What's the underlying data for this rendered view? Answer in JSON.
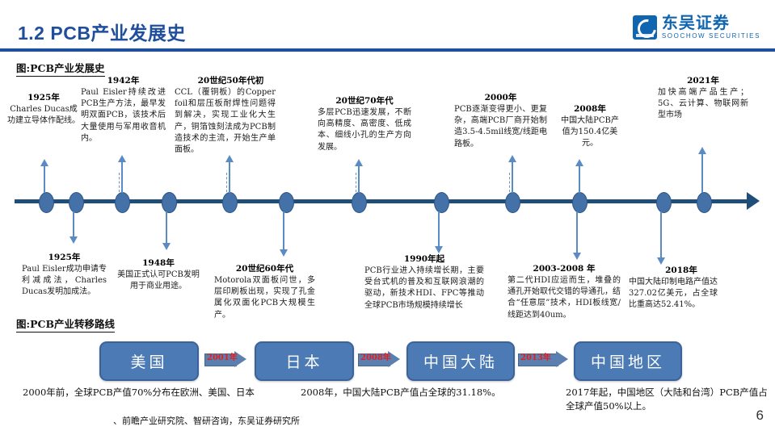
{
  "header": {
    "title": "1.2 PCB产业发展史",
    "accent_color": "#1F4E9C",
    "logo_cn": "东吴证券",
    "logo_en": "SOOCHOW SECURITIES"
  },
  "sections": {
    "timeline_caption": "图:PCB产业发展史",
    "flow_caption": "图:PCB产业转移路线"
  },
  "timeline": {
    "above": [
      {
        "year": "1925年",
        "text": "Charles Ducas成功建立导体作配线。"
      },
      {
        "year": "1942年",
        "text": "Paul Eisler持续改进PCB生产方法，最早发明双面PCB，该技术后大量使用与军用收音机内。"
      },
      {
        "year": "20世纪50年代初",
        "text": "CCL（覆铜板）的Copper foil和层压板耐焊性问题得到解决，实现工业化大生产，铜箔蚀刻法成为PCB制造技术的主流，开始生产单面板。"
      },
      {
        "year": "20世纪70年代",
        "text": "多层PCB迅速发展，不断向高精度、高密度、低成本、细线小孔的生产方向发展。"
      },
      {
        "year": "2000年",
        "text": "PCB逐渐变得更小、更复杂，高端PCB厂商开始制造3.5-4.5mil线宽/线距电路板。"
      },
      {
        "year": "2008年",
        "text": "中国大陆PCB产值为150.4亿美元。"
      },
      {
        "year": "2021年",
        "text": "加快高端产品生产；5G、云计算、物联网新型市场"
      }
    ],
    "below": [
      {
        "year": "1925年",
        "text": "Paul Eisler成功申请专利减成法，Charles Ducas发明加成法。"
      },
      {
        "year": "1948年",
        "text": "美国正式认可PCB发明用于商业用途。"
      },
      {
        "year": "20世纪60年代",
        "text": "Motorola双面板问世，多层印刷板出现，实现了孔金属化双面化PCB大规模生产。"
      },
      {
        "year": "1990年起",
        "text": "PCB行业进入持续增长期，主要受台式机的普及和互联网浪潮的驱动，新技术HDI、FPC等推动全球PCB市场规模持续增长"
      },
      {
        "year": "2003-2008 年",
        "text": "第二代HDI应运而生，堆叠的通孔开始取代交错的导通孔，结合“任意层”技术，HDI板线宽/线距达到40um。"
      },
      {
        "year": "2018年",
        "text": "中国大陆印制电路产值达327.02亿美元，占全球比重高达52.41%。"
      }
    ],
    "node_count": 13,
    "axis_color": "#1F4E79",
    "node_color": "#4472A8"
  },
  "flow": {
    "boxes": [
      "美国",
      "日本",
      "中国大陆",
      "中国地区"
    ],
    "arrows": [
      "2001年",
      "2008年",
      "2013年"
    ],
    "box_color": "#4B7AB5",
    "arrow_label_color": "#E02020"
  },
  "notes": [
    "2000年前，全球PCB产值70%分布在欧洲、美国、日本",
    "2008年，中国大陆PCB产值占全球的31.18%。",
    "2017年起，中国地区（大陆和台湾）PCB产值占全球产值50%以上。"
  ],
  "source_line": "、前瞻产业研究院、智研咨询，东吴证券研究所",
  "page_number": "6"
}
